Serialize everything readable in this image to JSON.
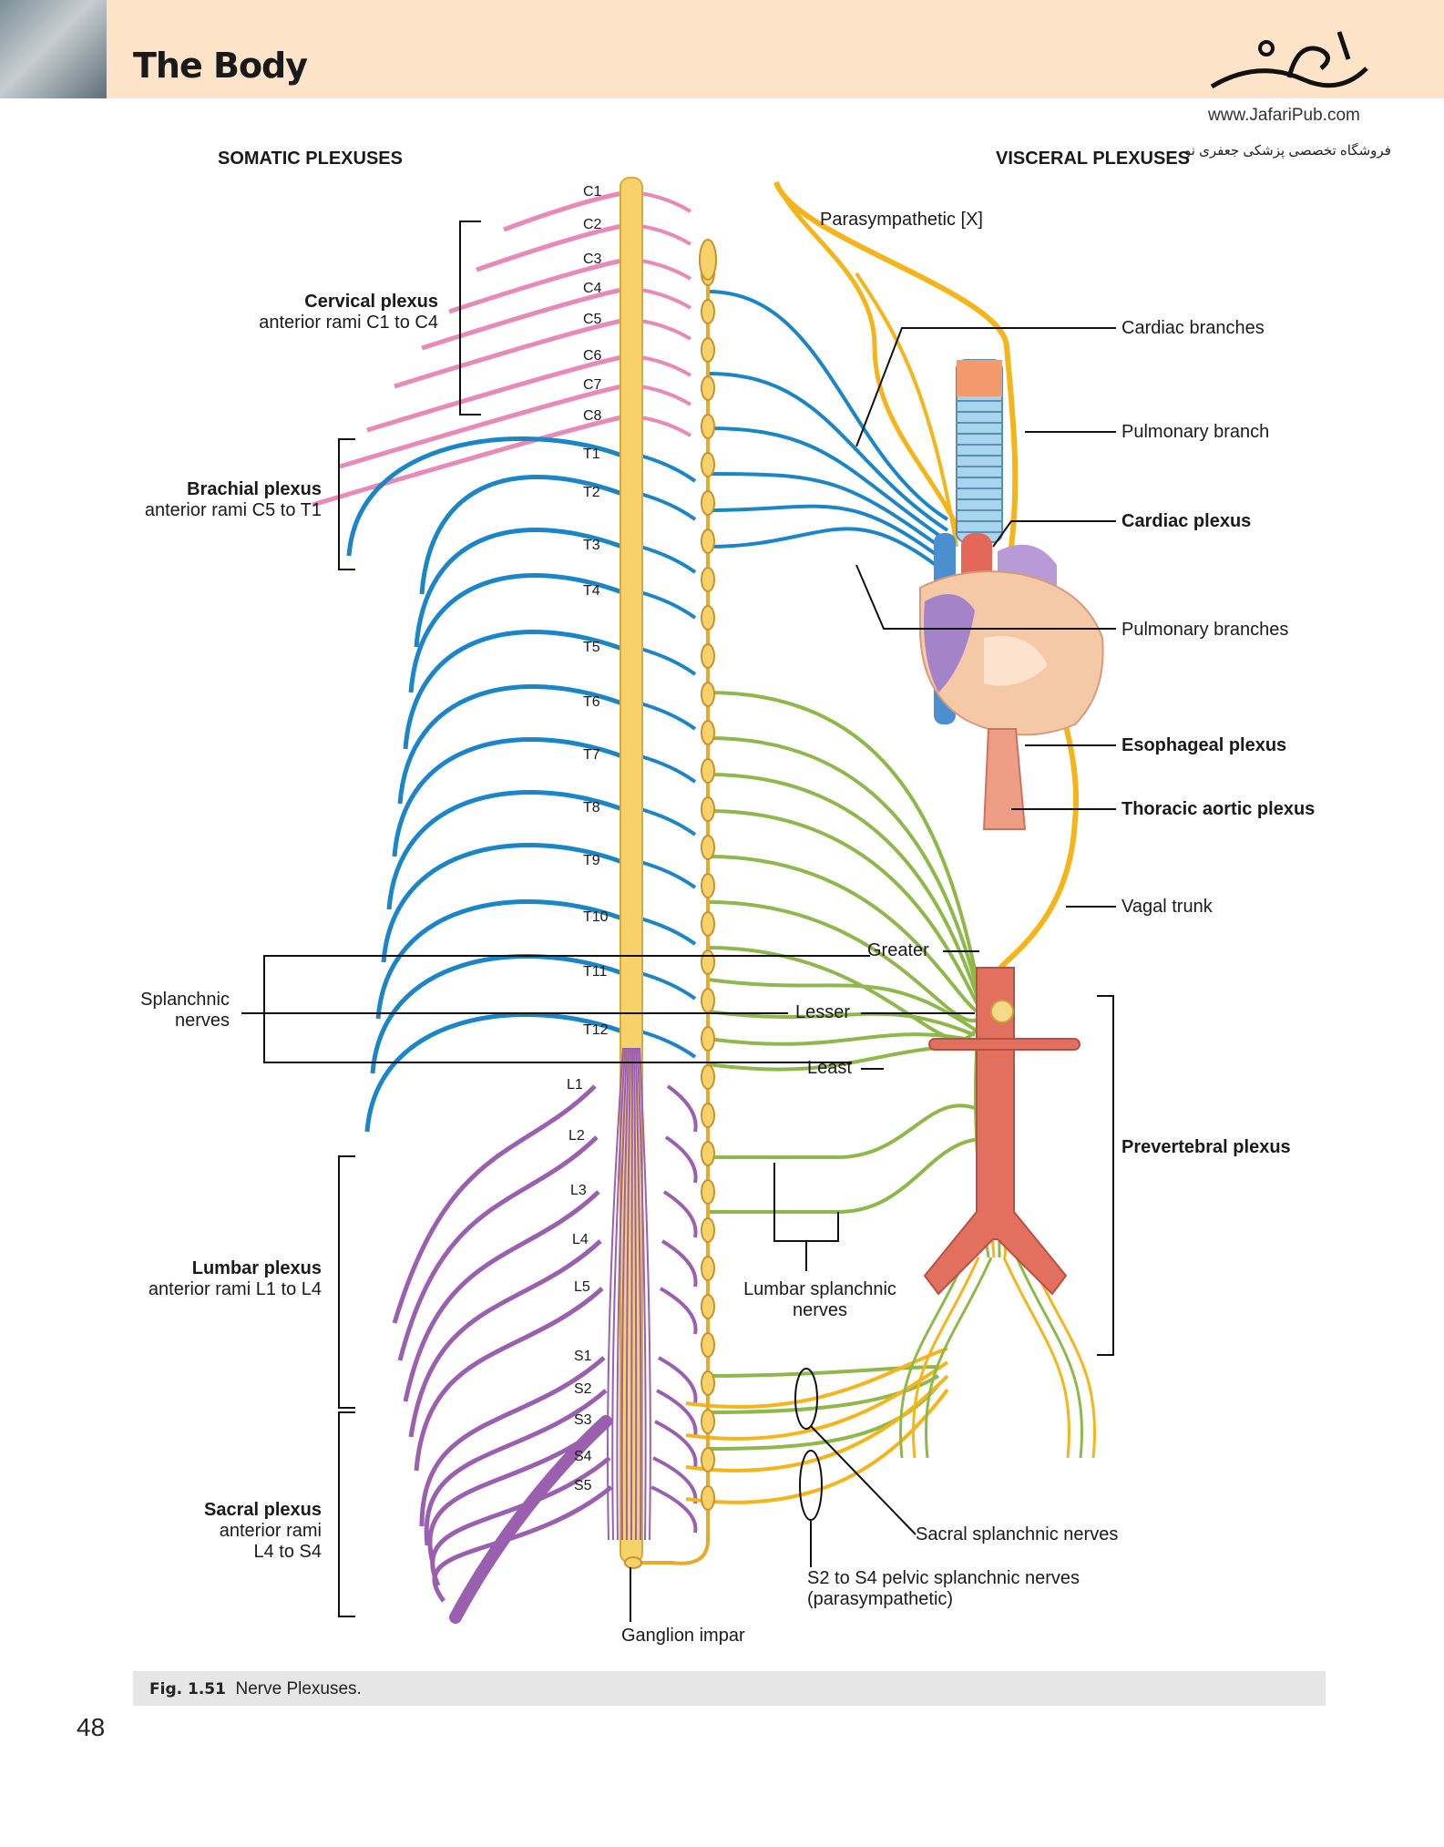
{
  "header": {
    "section_title": "The Body",
    "logo_url": "www.JafariPub.com",
    "logo_subtitle": "فروشگاه تخصصی پزشکی جعفری نو"
  },
  "headings": {
    "somatic": "SOMATIC PLEXUSES",
    "visceral": "VISCERAL PLEXUSES"
  },
  "levels": [
    "C1",
    "C2",
    "C3",
    "C4",
    "C5",
    "C6",
    "C7",
    "C8",
    "T1",
    "T2",
    "T3",
    "T4",
    "T5",
    "T6",
    "T7",
    "T8",
    "T9",
    "T10",
    "T11",
    "T12",
    "L1",
    "L2",
    "L3",
    "L4",
    "L5",
    "S1",
    "S2",
    "S3",
    "S4",
    "S5"
  ],
  "left_labels": {
    "cervical_title": "Cervical plexus",
    "cervical_sub": "anterior rami C1 to C4",
    "brachial_title": "Brachial plexus",
    "brachial_sub": "anterior rami C5 to T1",
    "splanchnic_1": "Splanchnic",
    "splanchnic_2": "nerves",
    "lumbar_title": "Lumbar plexus",
    "lumbar_sub": "anterior rami L1 to L4",
    "sacral_title": "Sacral plexus",
    "sacral_sub1": "anterior rami",
    "sacral_sub2": "L4 to S4"
  },
  "middle_labels": {
    "greater": "Greater",
    "lesser": "Lesser",
    "least": "Least",
    "lumbar_splanchnic_1": "Lumbar splanchnic",
    "lumbar_splanchnic_2": "nerves",
    "ganglion_impar": "Ganglion impar"
  },
  "right_labels": {
    "parasympathetic": "Parasympathetic [X]",
    "cardiac_branches": "Cardiac branches",
    "pulmonary_branch": "Pulmonary branch",
    "cardiac_plexus": "Cardiac plexus",
    "pulmonary_branches": "Pulmonary branches",
    "esophageal_plexus": "Esophageal plexus",
    "thoracic_aortic_plexus": "Thoracic aortic plexus",
    "vagal_trunk": "Vagal trunk",
    "prevertebral_plexus": "Prevertebral plexus",
    "sacral_splanchnic": "Sacral splanchnic nerves",
    "pelvic_splanchnic_1": "S2 to S4 pelvic splanchnic nerves",
    "pelvic_splanchnic_2": "(parasympathetic)"
  },
  "caption": {
    "number": "Fig. 1.51",
    "text": "Nerve Plexuses."
  },
  "page_number": "48",
  "colors": {
    "cervical": "#e889b8",
    "thoracic": "#1a86c8",
    "lumbosacral": "#9b5fb0",
    "sympathetic": "#8fb84a",
    "parasympathetic": "#f5b51a",
    "cord": "#f7d26b",
    "aorta": "#e2705e",
    "header_bg": "#fde3c8"
  }
}
